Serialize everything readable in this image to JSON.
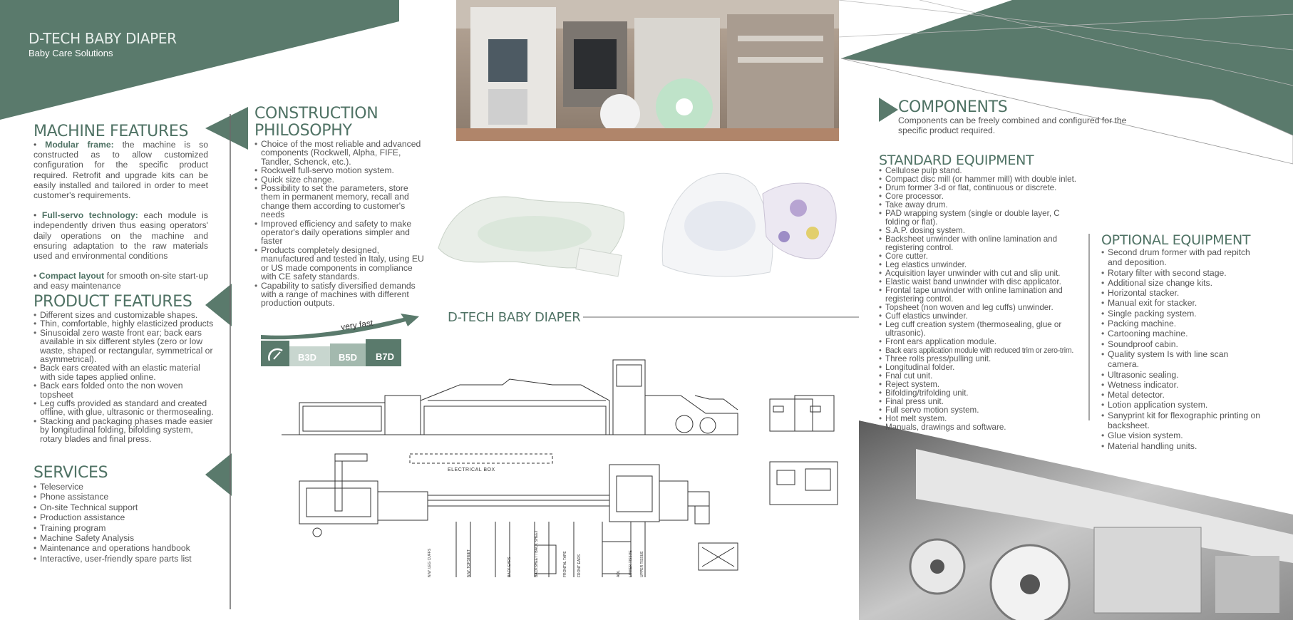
{
  "brand": {
    "title": "D-TECH BABY DIAPER",
    "subtitle": "Baby Care Solutions"
  },
  "machine_features": {
    "heading": "MACHINE FEATURES",
    "p1_bold": "Modular frame:",
    "p1_text": " the machine is so constructed as to allow customized configuration for the specific product required. Retrofit and upgrade kits can be easily installed and tailored in order to meet customer's requirements.",
    "p2_bold": "Full-servo technology:",
    "p2_text": " each module is independently driven thus easing operators' daily operations on the machine and ensuring adaptation to the raw materials used and environmental conditions",
    "p3_bold": "Compact layout",
    "p3_text": " for smooth on-site start-up and easy maintenance"
  },
  "product_features": {
    "heading": "PRODUCT FEATURES",
    "items": [
      "Different sizes and customizable shapes.",
      "Thin, comfortable, highly elasticized products",
      "Sinusoidal zero waste front ear; back ears available in six different styles (zero or low waste, shaped or rectangular, symmetrical or asymmetrical).",
      "Back ears created with an elastic material with side tapes applied online.",
      "Back ears folded onto the non woven topsheet",
      "Leg cuffs provided as standard and created offline, with glue, ultrasonic or thermosealing.",
      "Stacking and packaging phases made easier by longitudinal folding, bifolding system, rotary blades and final press."
    ]
  },
  "services": {
    "heading": "SERVICES",
    "items": [
      "Teleservice",
      "Phone assistance",
      "On-site Technical support",
      "Production assistance",
      "Training program",
      "Machine Safety Analysis",
      "Maintenance and operations handbook",
      "Interactive, user-friendly spare parts list"
    ]
  },
  "construction": {
    "heading_1": "CONSTRUCTION",
    "heading_2": "PHILOSOPHY",
    "items": [
      "Choice of the most reliable and advanced components (Rockwell, Alpha, FIFE, Tandler, Schenck, etc.).",
      "Rockwell full-servo motion system.",
      "Quick size change.",
      "Possibility to set the parameters, store them in permanent memory, recall and change them according to customer's needs",
      "Improved efficiency and safety  to make operator's daily operations simpler and faster",
      "Products completely designed, manufactured and tested in Italy, using EU or US made components in compliance with CE safety standards.",
      "Capability to satisfy diversified demands with a range of machines with different production outputs."
    ]
  },
  "speed": {
    "label": "very fast",
    "models": [
      "B3D",
      "B5D",
      "B7D"
    ]
  },
  "drawing": {
    "title": "D-TECH BABY DIAPER",
    "electrical_box": "ELECTRICAL BOX",
    "labels": [
      "N.W. LEG CUFFS",
      "N.W. TOPSHEET",
      "BACK EARS",
      "BACKSHEET / BACK SHEET",
      "FRONTAL TAPE",
      "FRONT EARS",
      "ADL",
      "LOWER TISSUE",
      "UPPER TISSUE"
    ]
  },
  "components": {
    "heading": "COMPONENTS",
    "text": "Components can be freely combined and configured for the specific product required."
  },
  "standard": {
    "heading": "STANDARD EQUIPMENT",
    "items": [
      "Cellulose pulp stand.",
      "Compact disc mill (or hammer mill) with double inlet.",
      "Drum former 3-d or flat, continuous or discrete.",
      "Core processor.",
      "Take away drum.",
      "PAD wrapping system (single or double layer, C folding or flat).",
      "S.A.P. dosing system.",
      "Backsheet unwinder with online lamination and registering control.",
      "Core cutter.",
      "Leg elastics unwinder.",
      "Acquisition layer unwinder with cut and slip unit.",
      "Elastic waist band unwinder with disc applicator.",
      "Frontal tape unwinder with online lamination and registering control.",
      "Topsheet (non woven and leg cuffs) unwinder.",
      "Cuff elastics unwinder.",
      "Leg cuff creation system (thermosealing, glue or ultrasonic).",
      "Front ears application module.",
      "Back ears application module with reduced trim or zero-trim.",
      "Three rolls press/pulling unit.",
      "Longitudinal folder.",
      "Fnal cut unit.",
      "Reject system.",
      "Bifolding/trifolding unit.",
      "Final press unit.",
      "Full servo motion system.",
      "Hot melt system.",
      "Manuals, drawings and software."
    ]
  },
  "optional": {
    "heading": "OPTIONAL EQUIPMENT",
    "items": [
      "Second drum former with pad repitch and deposition.",
      "Rotary filter with second stage.",
      "Additional size change kits.",
      "Horizontal stacker.",
      "Manual exit for stacker.",
      "Single packing system.",
      "Packing machine.",
      "Cartooning machine.",
      "Soundproof cabin.",
      "Quality system Is with line scan camera.",
      "Ultrasonic sealing.",
      "Wetness indicator.",
      "Metal detector.",
      "Lotion application system.",
      "Sanyprint kit for flexographic printing on backsheet.",
      "Glue vision system.",
      "Material handling units."
    ]
  },
  "colors": {
    "accent": "#4f7264",
    "dark_green": "#5a7a6c"
  }
}
